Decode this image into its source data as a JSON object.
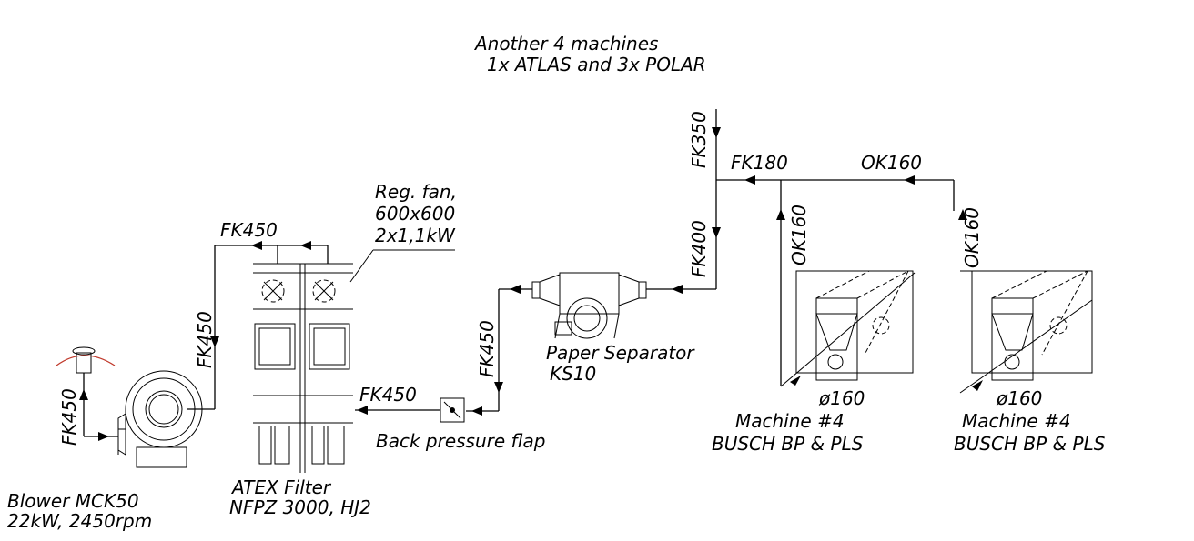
{
  "labels": {
    "another_line1": "Another 4 machines",
    "another_line2": "1x ATLAS and 3x POLAR",
    "fk350": "FK350",
    "fk180": "FK180",
    "ok160_top": "OK160",
    "fk400": "FK400",
    "ok160_v1": "OK160",
    "ok160_v2": "OK160",
    "reg_fan_1": "Reg. fan,",
    "reg_fan_2": "600x600",
    "reg_fan_3": "2x1,1kW",
    "fk450_top": "FK450",
    "fk450_left": "FK450",
    "fk450_sep": "FK450",
    "fk450_mid": "FK450",
    "fk450_blower": "FK450",
    "paper_sep_1": "Paper  Separator",
    "paper_sep_2": "KS10",
    "back_pressure": "Back pressure flap",
    "dia1": "ø160",
    "dia2": "ø160",
    "machine1_1": "Machine #4",
    "machine1_2": "BUSCH BP & PLS",
    "machine2_1": "Machine #4",
    "machine2_2": "BUSCH BP & PLS",
    "atex_1": "ATEX Filter",
    "atex_2": "NFPZ 3000, HJ2",
    "blower_1": "Blower MCK50",
    "blower_2": "22kW, 2450rpm"
  }
}
